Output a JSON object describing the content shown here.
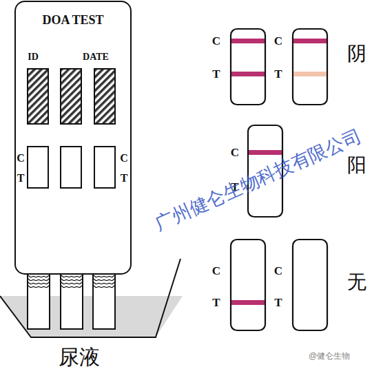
{
  "diagram": {
    "nodes": [
      {
        "text": [
          "DOA TEST"
        ]
      },
      {
        "text": [
          "尿液"
        ]
      }
    ],
    "labels": [
      "ID",
      "DATE",
      "C",
      "T",
      "C",
      "T",
      "C",
      "T",
      "C",
      "T",
      "阴",
      "C",
      "T",
      "阳",
      "C",
      "T",
      "C",
      "T",
      "无",
      "广州健仑生物科技有限公司",
      "@健仑生物"
    ]
  }
}
